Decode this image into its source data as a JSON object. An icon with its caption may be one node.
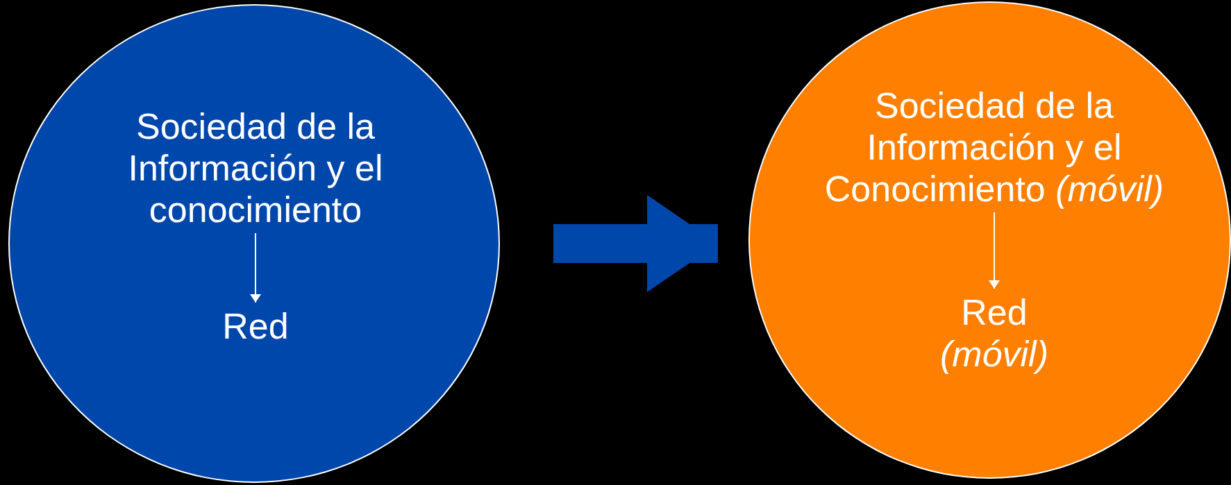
{
  "diagram": {
    "nodes": [
      {
        "text": [],
        "shape": "circle"
      },
      {
        "text": [
          "Sociedad de la Información y el conocimiento"
        ],
        "in": 0
      },
      {
        "text": [
          "Red"
        ],
        "in": 0
      },
      {
        "text": [],
        "shape": "circle"
      },
      {
        "text": [
          "Sociedad de la Información y el Conocimiento *(móvil)*"
        ],
        "in": 3
      },
      {
        "text": [
          "Red *(móvil)*"
        ],
        "in": 3
      }
    ],
    "edges": [
      {
        "from": 1,
        "to": 2,
        "arrow": "to"
      },
      {
        "from": 0,
        "to": 3,
        "arrow": "to",
        "style": "thick",
        "color": "#0047ab"
      },
      {
        "from": 4,
        "to": 5,
        "arrow": "to"
      }
    ]
  }
}
